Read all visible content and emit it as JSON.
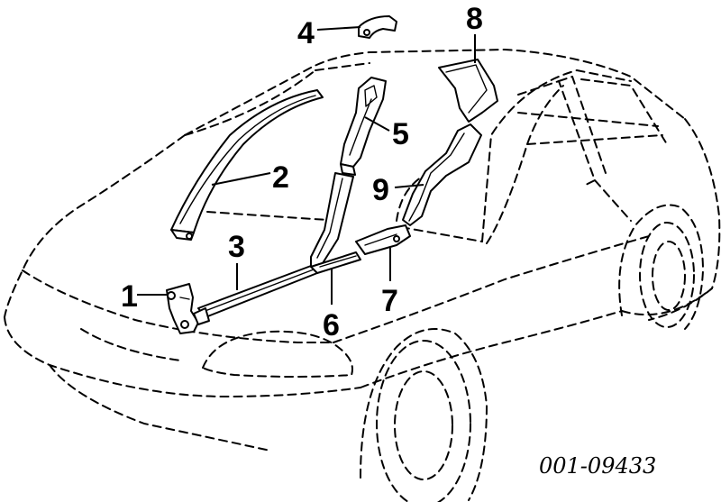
{
  "diagram": {
    "callouts": [
      {
        "id": "1",
        "label": "1"
      },
      {
        "id": "2",
        "label": "2"
      },
      {
        "id": "3",
        "label": "3"
      },
      {
        "id": "4",
        "label": "4"
      },
      {
        "id": "5",
        "label": "5"
      },
      {
        "id": "6",
        "label": "6"
      },
      {
        "id": "7",
        "label": "7"
      },
      {
        "id": "8",
        "label": "8"
      },
      {
        "id": "9",
        "label": "9"
      }
    ],
    "reference_number": "001-09433"
  }
}
